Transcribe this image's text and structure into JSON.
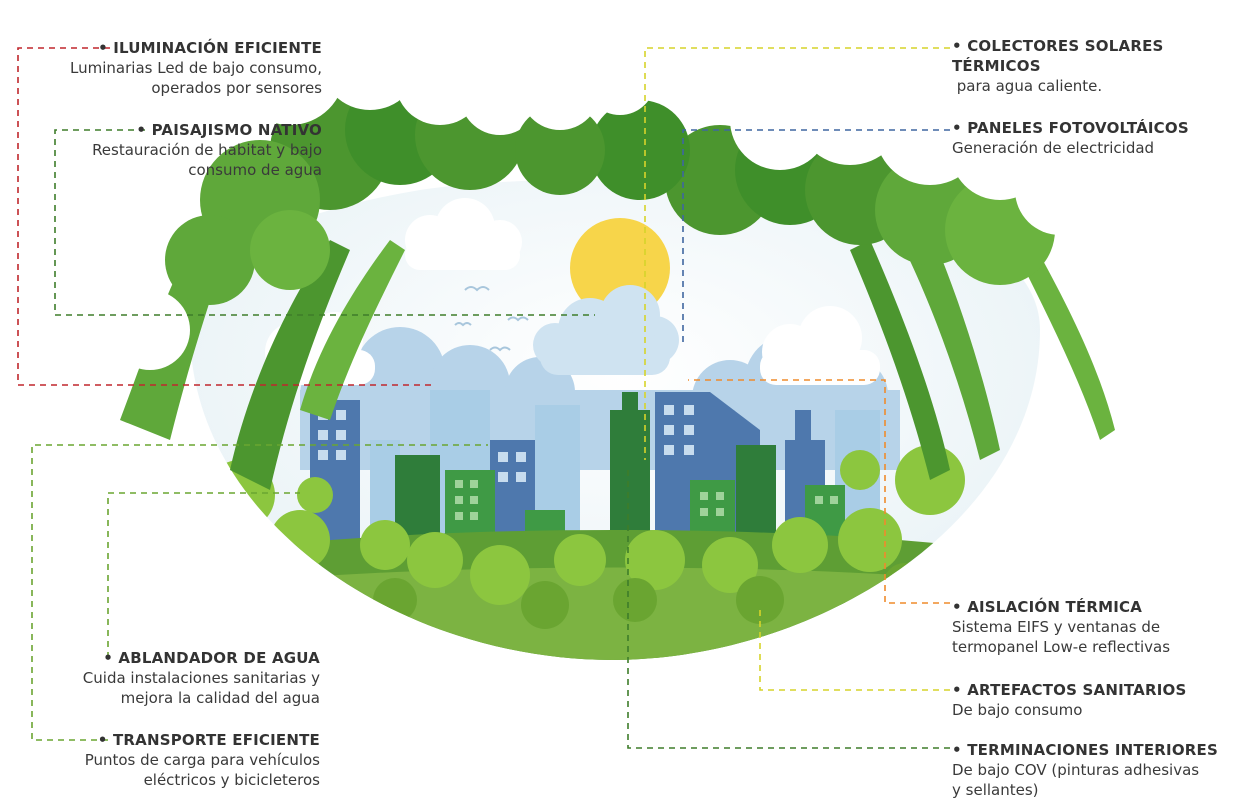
{
  "colors": {
    "red": "#c0272d",
    "dark_green": "#3e7d2a",
    "green": "#6aa531",
    "yellow": "#d6d42a",
    "blue": "#3f66a0",
    "orange": "#ef8b2c",
    "sun": "#f7d54a",
    "sky": "#eaf3f8"
  },
  "left_items": [
    {
      "title": "ILUMINACIÓN EFICIENTE",
      "desc": [
        "Luminarias Led de bajo consumo,",
        "operados por sensores"
      ],
      "color": "#c0272d"
    },
    {
      "title": "PAISAJISMO NATIVO",
      "desc": [
        "Restauración de habitat  y bajo",
        "consumo de agua"
      ],
      "color": "#3e7d2a"
    },
    {
      "title": "ABLANDADOR DE AGUA",
      "desc": [
        "Cuida instalaciones sanitarias y",
        "mejora la calidad del agua"
      ],
      "color": "#6aa531"
    },
    {
      "title": "TRANSPORTE EFICIENTE",
      "desc": [
        "Puntos de carga para vehículos",
        "eléctricos y bicicleteros"
      ],
      "color": "#6aa531"
    }
  ],
  "right_items": [
    {
      "title_lines": [
        "COLECTORES SOLARES",
        "TÉRMICOS"
      ],
      "desc": [
        " para agua caliente."
      ],
      "color": "#d6d42a"
    },
    {
      "title_lines": [
        "PANELES FOTOVOLTÁICOS"
      ],
      "desc": [
        "Generación de electricidad"
      ],
      "color": "#3f66a0"
    },
    {
      "title_lines": [
        "AISLACIÓN TÉRMICA"
      ],
      "desc": [
        "Sistema EIFS y ventanas de",
        "termopanel Low-e reflectivas"
      ],
      "color": "#ef8b2c"
    },
    {
      "title_lines": [
        "ARTEFACTOS SANITARIOS"
      ],
      "desc": [
        "De bajo consumo"
      ],
      "color": "#d6d42a"
    },
    {
      "title_lines": [
        "TERMINACIONES INTERIORES"
      ],
      "desc": [
        "De bajo COV (pinturas adhesivas",
        "y sellantes)"
      ],
      "color": "#3e7d2a"
    }
  ]
}
